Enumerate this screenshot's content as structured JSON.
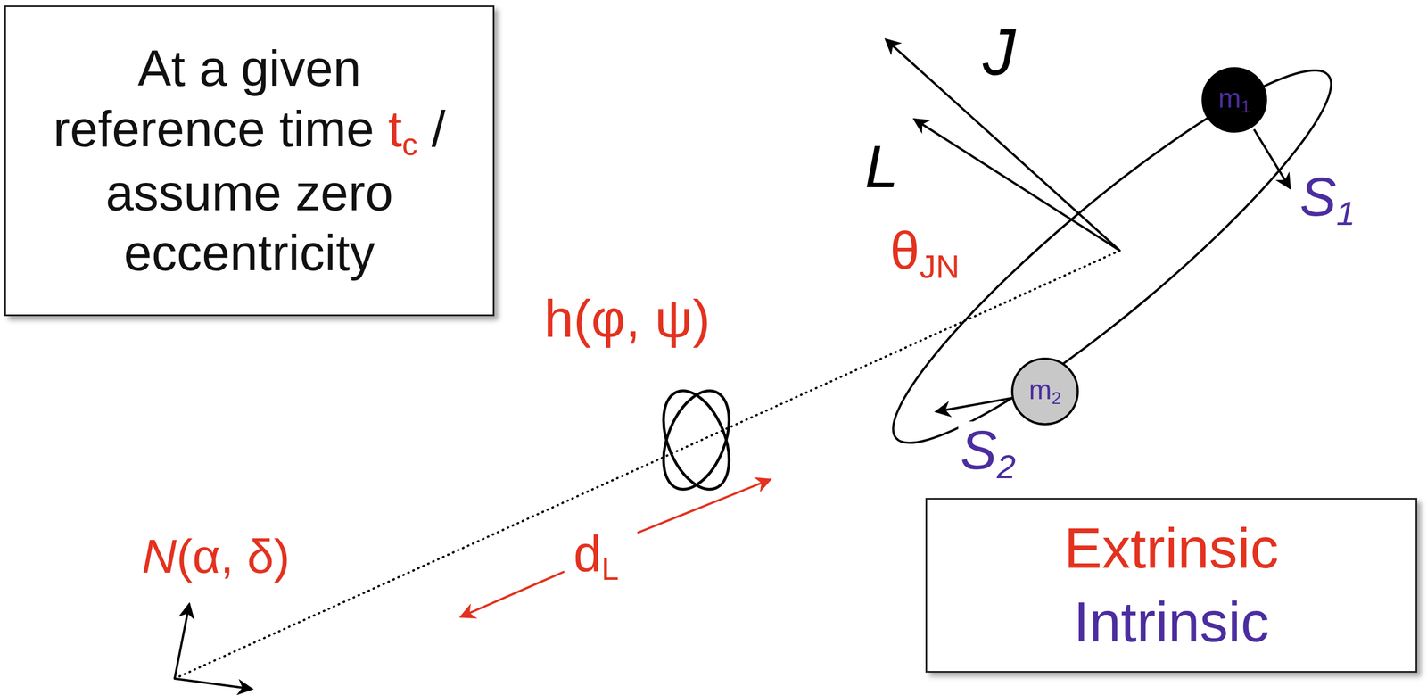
{
  "diagram": {
    "nodes": [
      {
        "text": [
          "At a given reference time tc / assume zero eccentricity"
        ]
      },
      {
        "text": [
          "m1"
        ]
      },
      {
        "text": [
          "m2"
        ]
      },
      {
        "text": [
          "N(α, δ)"
        ]
      }
    ],
    "labels": [
      "J",
      "L",
      "S1",
      "S2",
      "θJN",
      "h(φ, ψ)",
      "dL"
    ],
    "legend": [
      {
        "text": "Extrinsic",
        "color": "#e3321f"
      },
      {
        "text": "Intrinsic",
        "color": "#4b2d9f"
      }
    ]
  }
}
